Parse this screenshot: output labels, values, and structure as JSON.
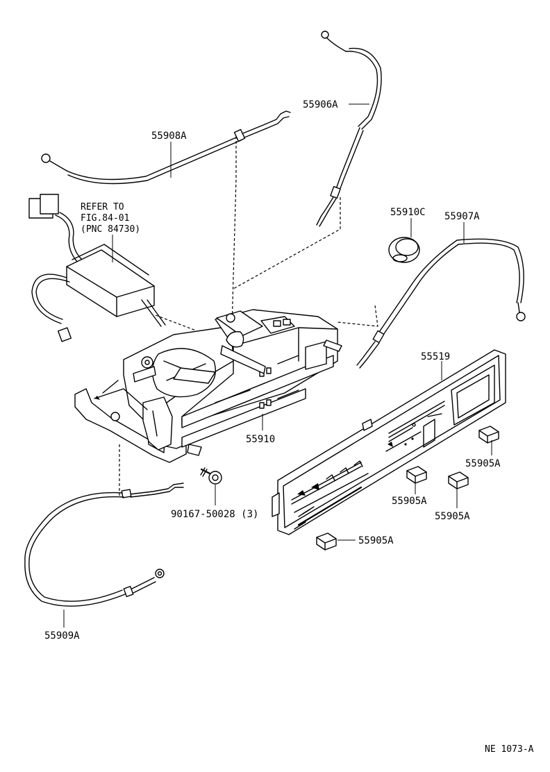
{
  "diagram": {
    "parts": {
      "cable_upper_right": "55906A",
      "cable_upper_left": "55908A",
      "refer_line1": "REFER TO",
      "refer_line2": "FIG.84-01",
      "refer_line3": "(PNC 84730)",
      "knob": "55910C",
      "cable_right": "55907A",
      "control_assembly": "55910",
      "panel": "55519",
      "screw": "90167-50028 (3)",
      "clip_right": "55905A",
      "clip_middle_left": "55905A",
      "clip_middle_right": "55905A",
      "clip_bottom": "55905A",
      "cable_lower_left": "55909A"
    },
    "figure_code": "NE 1073-A"
  }
}
